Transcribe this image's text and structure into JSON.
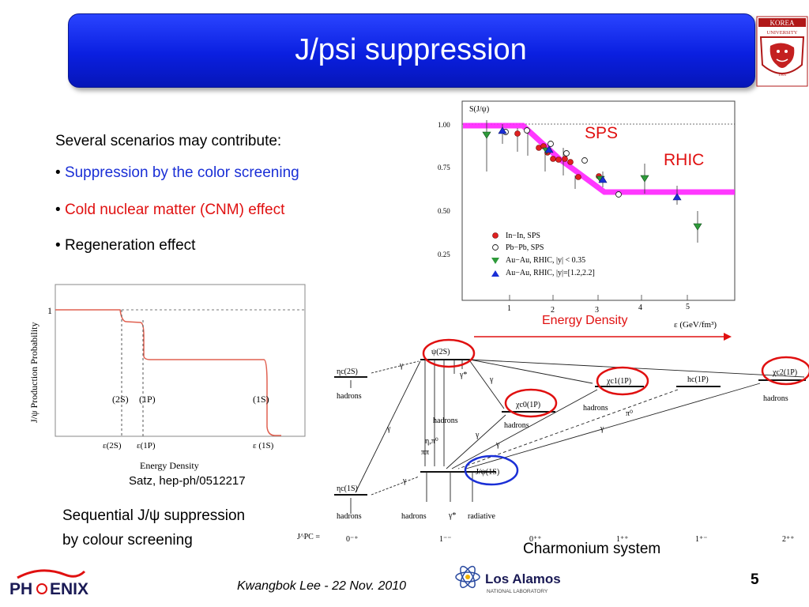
{
  "slide": {
    "title": "J/psi suppression",
    "intro": "Several scenarios may contribute:",
    "bullets": [
      {
        "text": "Suppression by the color screening",
        "color": "#1a2fd6"
      },
      {
        "text": "Cold nuclear matter (CNM) effect",
        "color": "#e01010"
      },
      {
        "text": "Regeneration effect",
        "color": "#000000"
      }
    ],
    "bullet_symbol": "•",
    "page_number": "5",
    "footer": "Kwangbok Lee - 22 Nov. 2010",
    "logos": {
      "korea_university": {
        "word1": "KOREA",
        "word2": "UNIVERSITY",
        "year": "1905"
      },
      "phenix": {
        "left": "PH",
        "right": "ENIX"
      },
      "los_alamos": {
        "name": "Los Alamos",
        "sub": "NATIONAL LABORATORY"
      }
    }
  },
  "left_figure": {
    "y_axis_label": "J/ψ Production Probability",
    "y_tick": "1",
    "state_labels": [
      "(2S)",
      "(1P)",
      "(1S)"
    ],
    "x_tick_labels": [
      "ε(2S)",
      "ε(1P)",
      "ε (1S)"
    ],
    "x_axis_label": "Energy Density",
    "citation": "Satz, hep-ph/0512217",
    "caption_line1": "Sequential J/ψ suppression",
    "caption_line2": "by colour screening"
  },
  "right_chart": {
    "y_axis_label": "S(J/ψ)",
    "y_ticks": [
      "1.00",
      "0.75",
      "0.50",
      "0.25"
    ],
    "x_ticks": [
      "1",
      "2",
      "3",
      "4",
      "5"
    ],
    "x_axis_label": "ε (GeV/fm³)",
    "sps_label": "SPS",
    "rhic_label": "RHIC",
    "energy_arrow_label": "Energy Density",
    "legend": [
      {
        "label": "In−In, SPS",
        "marker": "filled-circle",
        "color": "#e02020"
      },
      {
        "label": "Pb−Pb, SPS",
        "marker": "open-circle",
        "color": "#ffffff"
      },
      {
        "label": "Au−Au, RHIC, |y| < 0.35",
        "marker": "down-triangle",
        "color": "#2e9a3a"
      },
      {
        "label": "Au−Au, RHIC, |y|=[1.2,2.2]",
        "marker": "up-triangle",
        "color": "#1a2fd6"
      }
    ],
    "highlight_color": "#ff22ff"
  },
  "charmonium": {
    "caption": "Charmonium system",
    "jpc_label": "J^PC =",
    "jpc_values": [
      "0⁻⁺",
      "1⁻⁻",
      "0⁺⁺",
      "1⁺⁺",
      "1⁺⁻",
      "2⁺⁺"
    ],
    "states": {
      "eta_c_2s": "ηc(2S)",
      "psi_2s": "ψ(2S)",
      "chi_c0": "χc0(1P)",
      "chi_c1": "χc1(1P)",
      "h_c": "hc(1P)",
      "chi_c2": "χc2(1P)",
      "eta_c_1s": "ηc(1S)",
      "jpsi": "J/ψ(1S)"
    },
    "labels": {
      "hadrons": "hadrons",
      "gamma": "γ",
      "gamma_star": "γ*",
      "eta_pi0": "η,π⁰",
      "pipi": "ππ",
      "pi0": "π⁰",
      "radiative": "radiative"
    }
  }
}
